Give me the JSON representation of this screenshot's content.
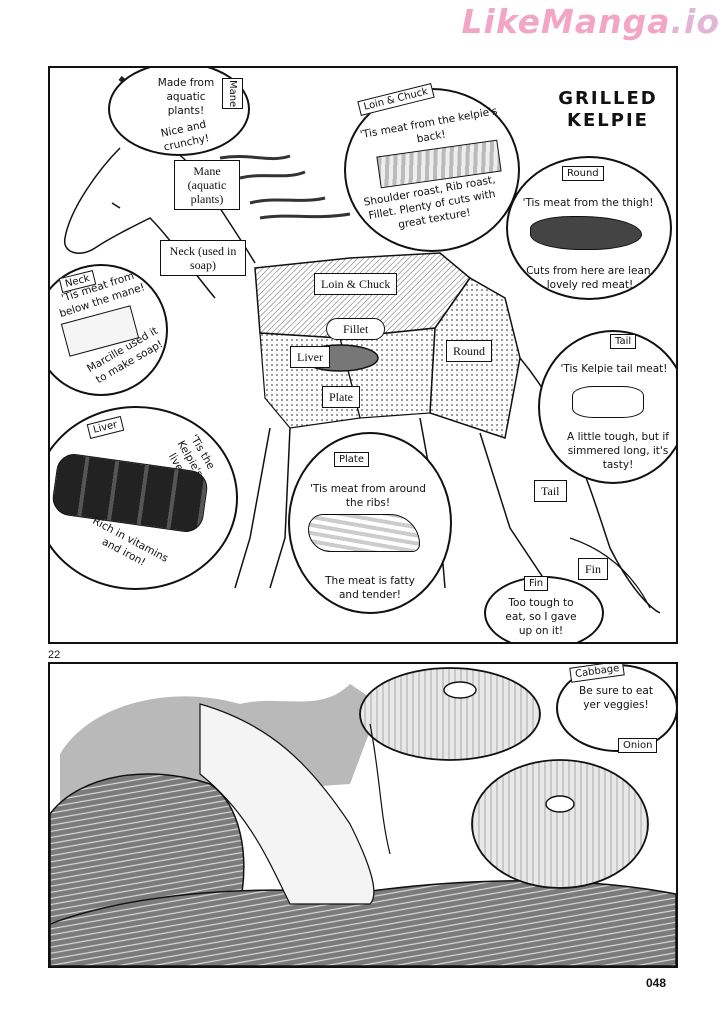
{
  "watermark": {
    "part1": "LikeManga",
    "part2": ".io"
  },
  "title": {
    "line1": "GRILLED",
    "line2": "KELPIE"
  },
  "labels": {
    "mane": "Mane (aquatic plants)",
    "neck": "Neck (used in soap)",
    "loin_chuck": "Loin & Chuck",
    "fillet": "Fillet",
    "liver": "Liver",
    "round": "Round",
    "plate": "Plate",
    "tail": "Tail",
    "fin": "Fin"
  },
  "bubbles": {
    "mane": {
      "tag": "Mane",
      "text": "Made from aquatic plants!",
      "note": "Nice and crunchy!"
    },
    "loin": {
      "tag": "Loin & Chuck",
      "text1": "'Tis meat from the kelpie's back!",
      "text2": "Shoulder roast, Rib roast, Fillet. Plenty of cuts with great texture!"
    },
    "round": {
      "tag": "Round",
      "text1": "'Tis meat from the thigh!",
      "text2": "Cuts from here are lean, lovely red meat!"
    },
    "neck": {
      "tag": "Neck",
      "text1": "'Tis meat from below the mane!",
      "text2": "Marcille used it to make soap!"
    },
    "tail": {
      "tag": "Tail",
      "text1": "'Tis Kelpie tail meat!",
      "text2": "A little tough, but if simmered long, it's tasty!"
    },
    "liver": {
      "tag": "Liver",
      "text1": "'Tis the Kelpie's liver!",
      "text2": "Rich in vitamins and iron!"
    },
    "plate": {
      "tag": "Plate",
      "text1": "'Tis meat from around the ribs!",
      "text2": "The meat is fatty and tender!"
    },
    "fin": {
      "tag": "Fin",
      "text": "Too tough to eat, so I gave up on it!"
    },
    "cabbage": {
      "tag": "Cabbage",
      "text": "Be sure to eat yer veggies!"
    },
    "onion": {
      "tag": "Onion"
    }
  },
  "page_marker": "22",
  "page_number": "048"
}
